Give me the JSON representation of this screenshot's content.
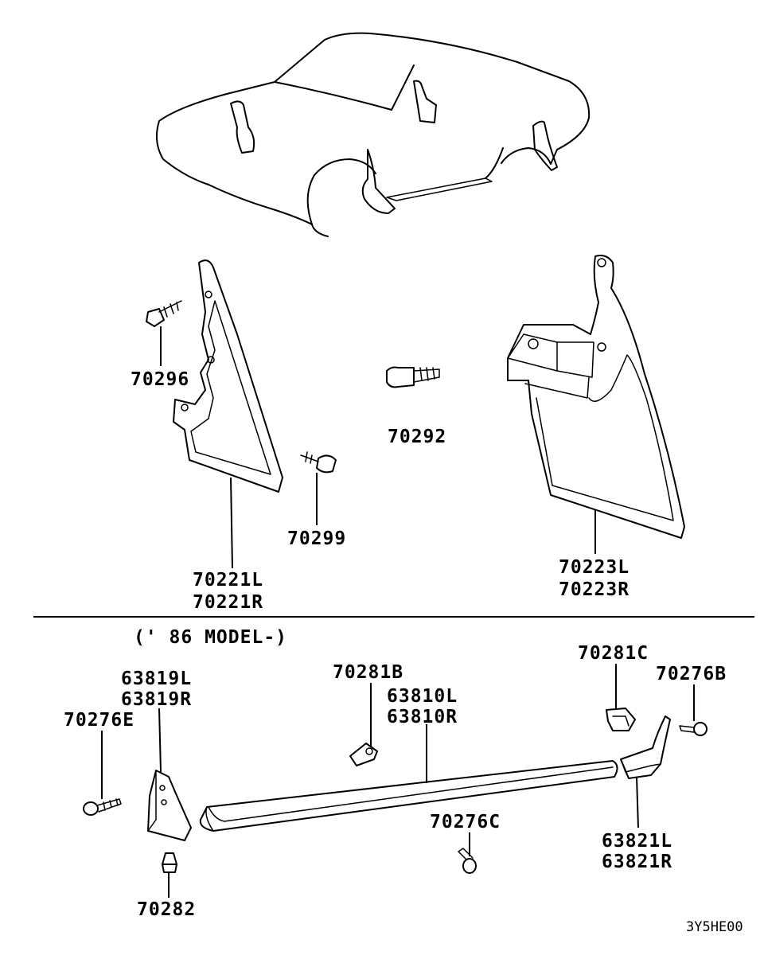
{
  "section_note": "(' 86 MODEL-)",
  "drawing_code": "3Y5HE00",
  "parts": {
    "p70296": "70296",
    "p70292": "70292",
    "p70299": "70299",
    "p70221L": "70221L",
    "p70221R": "70221R",
    "p70223L": "70223L",
    "p70223R": "70223R",
    "p63819L": "63819L",
    "p63819R": "63819R",
    "p70276E": "70276E",
    "p70281B": "70281B",
    "p63810L": "63810L",
    "p63810R": "63810R",
    "p70281C": "70281C",
    "p70276B": "70276B",
    "p70276C": "70276C",
    "p63821L": "63821L",
    "p63821R": "63821R",
    "p70282": "70282"
  }
}
